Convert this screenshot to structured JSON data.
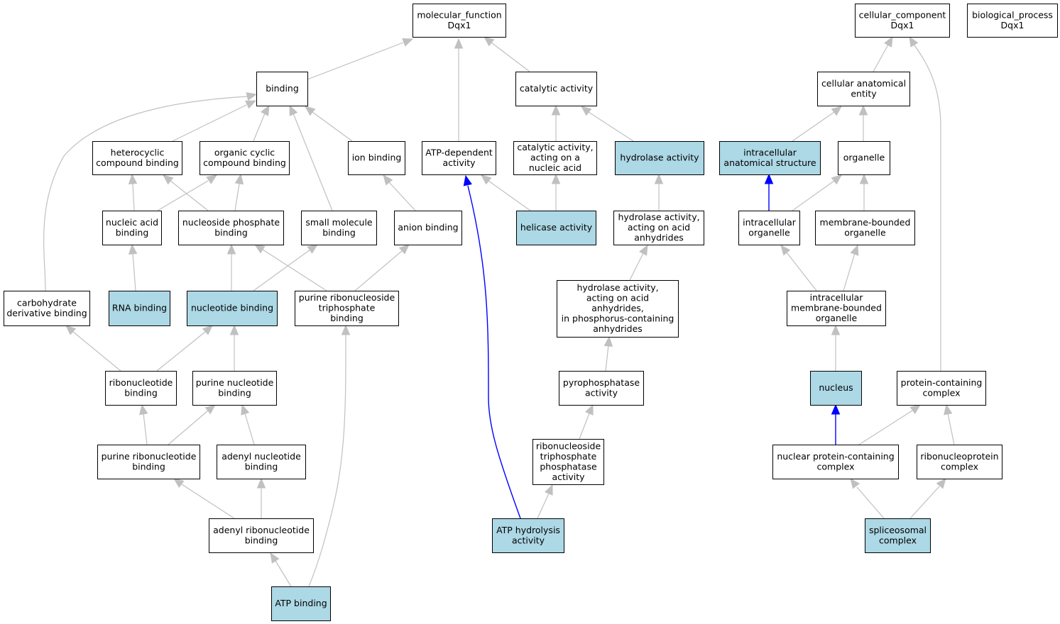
{
  "colors": {
    "background": "#ffffff",
    "node_default_fill": "#ffffff",
    "node_highlight_fill": "#add8e6",
    "node_stroke": "#000000",
    "edge_default": "#c0c0c0",
    "edge_highlight": "#0000ff"
  },
  "nodes": [
    {
      "id": "mf",
      "lines": [
        "molecular_function",
        "Dqx1"
      ],
      "highlight": false
    },
    {
      "id": "cc",
      "lines": [
        "cellular_component",
        "Dqx1"
      ],
      "highlight": false
    },
    {
      "id": "bp",
      "lines": [
        "biological_process",
        "Dqx1"
      ],
      "highlight": false
    },
    {
      "id": "binding",
      "lines": [
        "binding"
      ],
      "highlight": false
    },
    {
      "id": "catalytic",
      "lines": [
        "catalytic activity"
      ],
      "highlight": false
    },
    {
      "id": "cae",
      "lines": [
        "cellular anatomical",
        "entity"
      ],
      "highlight": false
    },
    {
      "id": "hetero",
      "lines": [
        "heterocyclic",
        "compound binding"
      ],
      "highlight": false
    },
    {
      "id": "orgcyc",
      "lines": [
        "organic cyclic",
        "compound binding"
      ],
      "highlight": false
    },
    {
      "id": "ion",
      "lines": [
        "ion binding"
      ],
      "highlight": false
    },
    {
      "id": "atpdep",
      "lines": [
        "ATP-dependent",
        "activity"
      ],
      "highlight": false
    },
    {
      "id": "catnuc",
      "lines": [
        "catalytic activity,",
        "acting on a",
        "nucleic acid"
      ],
      "highlight": false
    },
    {
      "id": "hydrolase",
      "lines": [
        "hydrolase activity"
      ],
      "highlight": true
    },
    {
      "id": "ias",
      "lines": [
        "intracellular",
        "anatomical structure"
      ],
      "highlight": true
    },
    {
      "id": "organelle",
      "lines": [
        "organelle"
      ],
      "highlight": false
    },
    {
      "id": "nucacid",
      "lines": [
        "nucleic acid",
        "binding"
      ],
      "highlight": false
    },
    {
      "id": "nucphos",
      "lines": [
        "nucleoside phosphate",
        "binding"
      ],
      "highlight": false
    },
    {
      "id": "smallmol",
      "lines": [
        "small molecule",
        "binding"
      ],
      "highlight": false
    },
    {
      "id": "anion",
      "lines": [
        "anion binding"
      ],
      "highlight": false
    },
    {
      "id": "helicase",
      "lines": [
        "helicase activity"
      ],
      "highlight": true
    },
    {
      "id": "hydacid",
      "lines": [
        "hydrolase activity,",
        "acting on acid",
        "anhydrides"
      ],
      "highlight": false
    },
    {
      "id": "intorg",
      "lines": [
        "intracellular",
        "organelle"
      ],
      "highlight": false
    },
    {
      "id": "membbound",
      "lines": [
        "membrane-bounded",
        "organelle"
      ],
      "highlight": false
    },
    {
      "id": "carbo",
      "lines": [
        "carbohydrate",
        "derivative binding"
      ],
      "highlight": false
    },
    {
      "id": "rna",
      "lines": [
        "RNA binding"
      ],
      "highlight": true
    },
    {
      "id": "nucleotide",
      "lines": [
        "nucleotide binding"
      ],
      "highlight": true
    },
    {
      "id": "purribotri",
      "lines": [
        "purine ribonucleoside",
        "triphosphate",
        "binding"
      ],
      "highlight": false
    },
    {
      "id": "hydphos",
      "lines": [
        "hydrolase activity,",
        "acting on acid",
        "anhydrides,",
        "in phosphorus-containing",
        "anhydrides"
      ],
      "highlight": false
    },
    {
      "id": "intmemb",
      "lines": [
        "intracellular",
        "membrane-bounded",
        "organelle"
      ],
      "highlight": false
    },
    {
      "id": "ribonuc",
      "lines": [
        "ribonucleotide",
        "binding"
      ],
      "highlight": false
    },
    {
      "id": "purnuc",
      "lines": [
        "purine nucleotide",
        "binding"
      ],
      "highlight": false
    },
    {
      "id": "pyrophos",
      "lines": [
        "pyrophosphatase",
        "activity"
      ],
      "highlight": false
    },
    {
      "id": "nucleus",
      "lines": [
        "nucleus"
      ],
      "highlight": true
    },
    {
      "id": "protcomp",
      "lines": [
        "protein-containing",
        "complex"
      ],
      "highlight": false
    },
    {
      "id": "purribo",
      "lines": [
        "purine ribonucleotide",
        "binding"
      ],
      "highlight": false
    },
    {
      "id": "adenyl",
      "lines": [
        "adenyl nucleotide",
        "binding"
      ],
      "highlight": false
    },
    {
      "id": "rntp",
      "lines": [
        "ribonucleoside",
        "triphosphate",
        "phosphatase",
        "activity"
      ],
      "highlight": false
    },
    {
      "id": "nucprot",
      "lines": [
        "nuclear protein-containing",
        "complex"
      ],
      "highlight": false
    },
    {
      "id": "ribonp",
      "lines": [
        "ribonucleoprotein",
        "complex"
      ],
      "highlight": false
    },
    {
      "id": "adenylribo",
      "lines": [
        "adenyl ribonucleotide",
        "binding"
      ],
      "highlight": false
    },
    {
      "id": "atphyd",
      "lines": [
        "ATP hydrolysis",
        "activity"
      ],
      "highlight": true
    },
    {
      "id": "splice",
      "lines": [
        "spliceosomal",
        "complex"
      ],
      "highlight": true
    },
    {
      "id": "atp",
      "lines": [
        "ATP binding"
      ],
      "highlight": true
    }
  ],
  "edges": [
    {
      "from": "binding",
      "to": "mf",
      "highlight": false
    },
    {
      "from": "atpdep",
      "to": "mf",
      "highlight": false
    },
    {
      "from": "catalytic",
      "to": "mf",
      "highlight": false
    },
    {
      "from": "cae",
      "to": "cc",
      "highlight": false
    },
    {
      "from": "protcomp",
      "to": "cc",
      "highlight": false
    },
    {
      "from": "hetero",
      "to": "binding",
      "highlight": false
    },
    {
      "from": "orgcyc",
      "to": "binding",
      "highlight": false
    },
    {
      "from": "ion",
      "to": "binding",
      "highlight": false
    },
    {
      "from": "smallmol",
      "to": "binding",
      "highlight": false
    },
    {
      "from": "carbo",
      "to": "binding",
      "highlight": false
    },
    {
      "from": "catnuc",
      "to": "catalytic",
      "highlight": false
    },
    {
      "from": "hydrolase",
      "to": "catalytic",
      "highlight": false
    },
    {
      "from": "ias",
      "to": "cae",
      "highlight": false
    },
    {
      "from": "organelle",
      "to": "cae",
      "highlight": false
    },
    {
      "from": "nucacid",
      "to": "hetero",
      "highlight": false
    },
    {
      "from": "nucphos",
      "to": "hetero",
      "highlight": false
    },
    {
      "from": "nucacid",
      "to": "orgcyc",
      "highlight": false
    },
    {
      "from": "nucphos",
      "to": "orgcyc",
      "highlight": false
    },
    {
      "from": "anion",
      "to": "ion",
      "highlight": false
    },
    {
      "from": "helicase",
      "to": "atpdep",
      "highlight": false
    },
    {
      "from": "atphyd",
      "to": "atpdep",
      "highlight": true
    },
    {
      "from": "helicase",
      "to": "catnuc",
      "highlight": false
    },
    {
      "from": "hydacid",
      "to": "hydrolase",
      "highlight": false
    },
    {
      "from": "intorg",
      "to": "ias",
      "highlight": true
    },
    {
      "from": "intorg",
      "to": "organelle",
      "highlight": false
    },
    {
      "from": "membbound",
      "to": "organelle",
      "highlight": false
    },
    {
      "from": "rna",
      "to": "nucacid",
      "highlight": false
    },
    {
      "from": "nucleotide",
      "to": "nucphos",
      "highlight": false
    },
    {
      "from": "purribotri",
      "to": "nucphos",
      "highlight": false
    },
    {
      "from": "nucleotide",
      "to": "smallmol",
      "highlight": false
    },
    {
      "from": "purribotri",
      "to": "anion",
      "highlight": false
    },
    {
      "from": "hydphos",
      "to": "hydacid",
      "highlight": false
    },
    {
      "from": "intmemb",
      "to": "intorg",
      "highlight": false
    },
    {
      "from": "intmemb",
      "to": "membbound",
      "highlight": false
    },
    {
      "from": "ribonuc",
      "to": "carbo",
      "highlight": false
    },
    {
      "from": "ribonuc",
      "to": "nucleotide",
      "highlight": false
    },
    {
      "from": "purnuc",
      "to": "nucleotide",
      "highlight": false
    },
    {
      "from": "atp",
      "to": "purribotri",
      "highlight": false
    },
    {
      "from": "pyrophos",
      "to": "hydphos",
      "highlight": false
    },
    {
      "from": "nucleus",
      "to": "intmemb",
      "highlight": false
    },
    {
      "from": "purribo",
      "to": "ribonuc",
      "highlight": false
    },
    {
      "from": "purribo",
      "to": "purnuc",
      "highlight": false
    },
    {
      "from": "adenyl",
      "to": "purnuc",
      "highlight": false
    },
    {
      "from": "rntp",
      "to": "pyrophos",
      "highlight": false
    },
    {
      "from": "nucprot",
      "to": "nucleus",
      "highlight": true
    },
    {
      "from": "nucprot",
      "to": "protcomp",
      "highlight": false
    },
    {
      "from": "ribonp",
      "to": "protcomp",
      "highlight": false
    },
    {
      "from": "adenylribo",
      "to": "purribo",
      "highlight": false
    },
    {
      "from": "adenylribo",
      "to": "adenyl",
      "highlight": false
    },
    {
      "from": "atphyd",
      "to": "rntp",
      "highlight": false
    },
    {
      "from": "splice",
      "to": "nucprot",
      "highlight": false
    },
    {
      "from": "splice",
      "to": "ribonp",
      "highlight": false
    },
    {
      "from": "atp",
      "to": "adenylribo",
      "highlight": false
    }
  ]
}
